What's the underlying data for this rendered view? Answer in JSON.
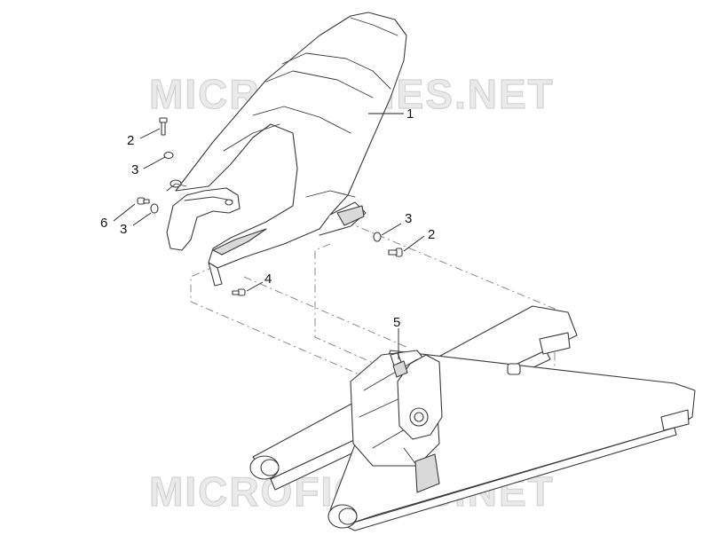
{
  "watermark": {
    "text": "MICROFICHES.NET"
  },
  "callouts": [
    {
      "id": "part-1",
      "label": "1"
    },
    {
      "id": "part-2-left",
      "label": "2"
    },
    {
      "id": "part-3-left-top",
      "label": "3"
    },
    {
      "id": "part-6",
      "label": "6"
    },
    {
      "id": "part-3-left-bottom",
      "label": "3"
    },
    {
      "id": "part-3-right",
      "label": "3"
    },
    {
      "id": "part-2-right",
      "label": "2"
    },
    {
      "id": "part-4",
      "label": "4"
    },
    {
      "id": "part-5",
      "label": "5"
    }
  ]
}
